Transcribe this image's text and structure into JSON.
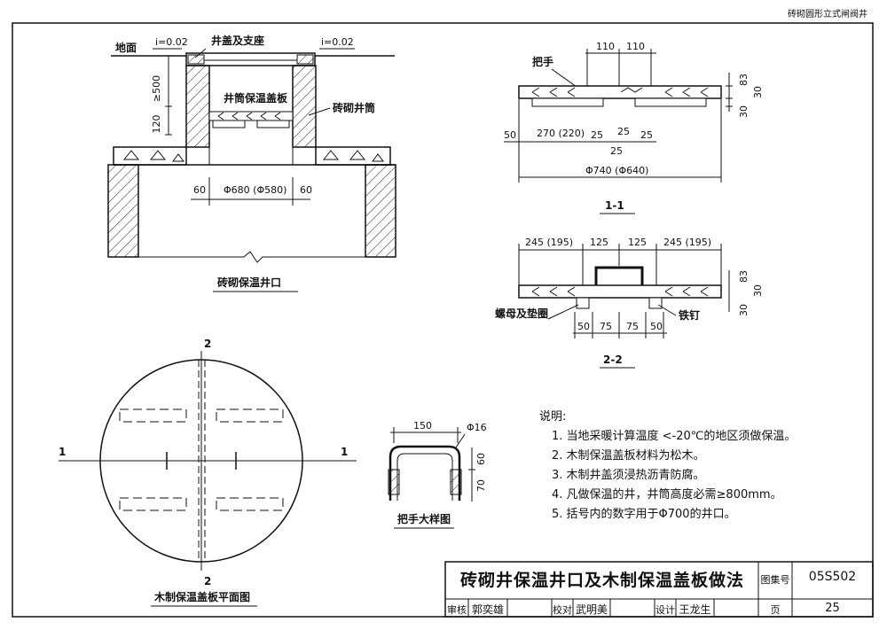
{
  "corner_title": "砖砌圆形立式闸阀井",
  "section_top": {
    "ground": "地面",
    "slope_left": "i=0.02",
    "slope_right": "i=0.02",
    "cover": "井盖及支座",
    "insul_cover": "井筒保温盖板",
    "shaft": "砖砌井筒",
    "dim_500": "≥500",
    "dim_120": "120",
    "dim_60a": "60",
    "dim_dia": "Φ680 (Φ580)",
    "dim_60b": "60",
    "title": "砖砌保温井口"
  },
  "sec11": {
    "handle": "把手",
    "d110a": "110",
    "d110b": "110",
    "d83": "83",
    "d30a": "30",
    "d30b": "30",
    "d50": "50",
    "d270": "270 (220)",
    "d25a": "25",
    "d25b": "25",
    "d25c": "25",
    "d25d": "25",
    "d740": "Φ740 (Φ640)",
    "title": "1-1"
  },
  "sec22": {
    "d245a": "245 (195)",
    "d125a": "125",
    "d125b": "125",
    "d245b": "245 (195)",
    "d83": "83",
    "d30a": "30",
    "d30b": "30",
    "nut": "螺母及垫圈",
    "nail": "铁钉",
    "d50a": "50",
    "d75a": "75",
    "d75b": "75",
    "d50b": "50",
    "title": "2-2"
  },
  "plan": {
    "m2top": "2",
    "m2bot": "2",
    "m1left": "1",
    "m1right": "1",
    "title": "木制保温盖板平面图"
  },
  "handle_detail": {
    "d150": "150",
    "d16": "Φ16",
    "d60": "60",
    "d70": "70",
    "title": "把手大样图"
  },
  "notes": {
    "heading": "说明:",
    "items": [
      "1. 当地采暖计算温度 <-20℃的地区须做保温。",
      "2. 木制保温盖板材料为松木。",
      "3. 木制井盖须浸热沥青防腐。",
      "4. 凡做保温的井，井筒高度必需≥800mm。",
      "5. 括号内的数字用于Φ700的井口。"
    ]
  },
  "title_block": {
    "title": "砖砌井保温井口及木制保温盖板做法",
    "atlas_label": "图集号",
    "atlas_no": "05S502",
    "review_label": "审核",
    "review_name": "郭奕雄",
    "check_label": "校对",
    "check_name": "武明美",
    "design_label": "设计",
    "design_name": "王龙生",
    "page_label": "页",
    "page_no": "25"
  }
}
